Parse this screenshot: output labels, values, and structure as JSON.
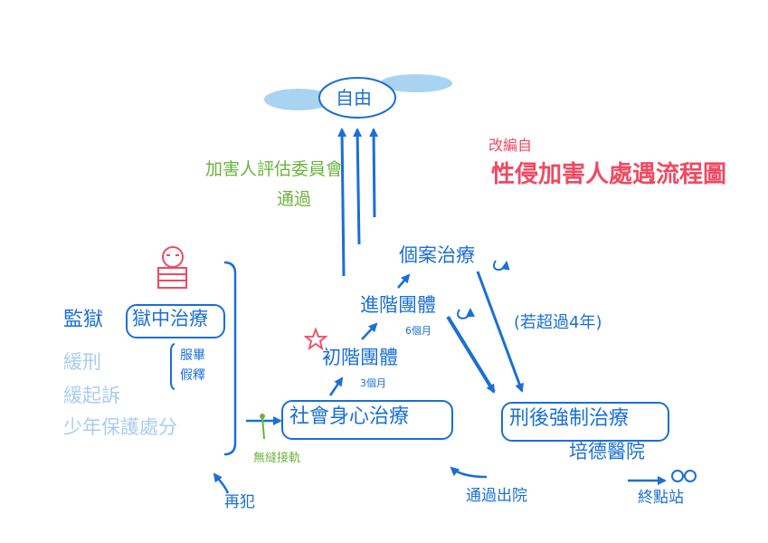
{
  "title": {
    "prefix": "改編自",
    "main": "性侵加害人處遇流程圖"
  },
  "nodes": {
    "freedom": "自由",
    "committee": "加害人評估委員會",
    "committee_pass": "通過",
    "individual": "個案治療",
    "advanced": "進階團體",
    "advanced_duration": "6個月",
    "beginner": "初階團體",
    "beginner_duration": "3個月",
    "social": "社會身心治療",
    "forced": "刑後強制治療",
    "hospital": "培德醫院",
    "if_over": "(若超過4年)",
    "prison": "監獄",
    "prison_treatment": "獄中治療",
    "sentence_done": "服畢",
    "parole": "假釋",
    "probation": "緩刑",
    "deferred": "緩起訴",
    "juvenile": "少年保護處分",
    "seamless": "無縫接軌",
    "reoffend": "再犯",
    "discharge": "通過出院",
    "terminal": "終點站"
  },
  "colors": {
    "blue": "#1a6fd6",
    "light_blue": "#a9cdee",
    "green": "#6bb33c",
    "red": "#ef4a62",
    "cloud": "#a8d4f2"
  }
}
